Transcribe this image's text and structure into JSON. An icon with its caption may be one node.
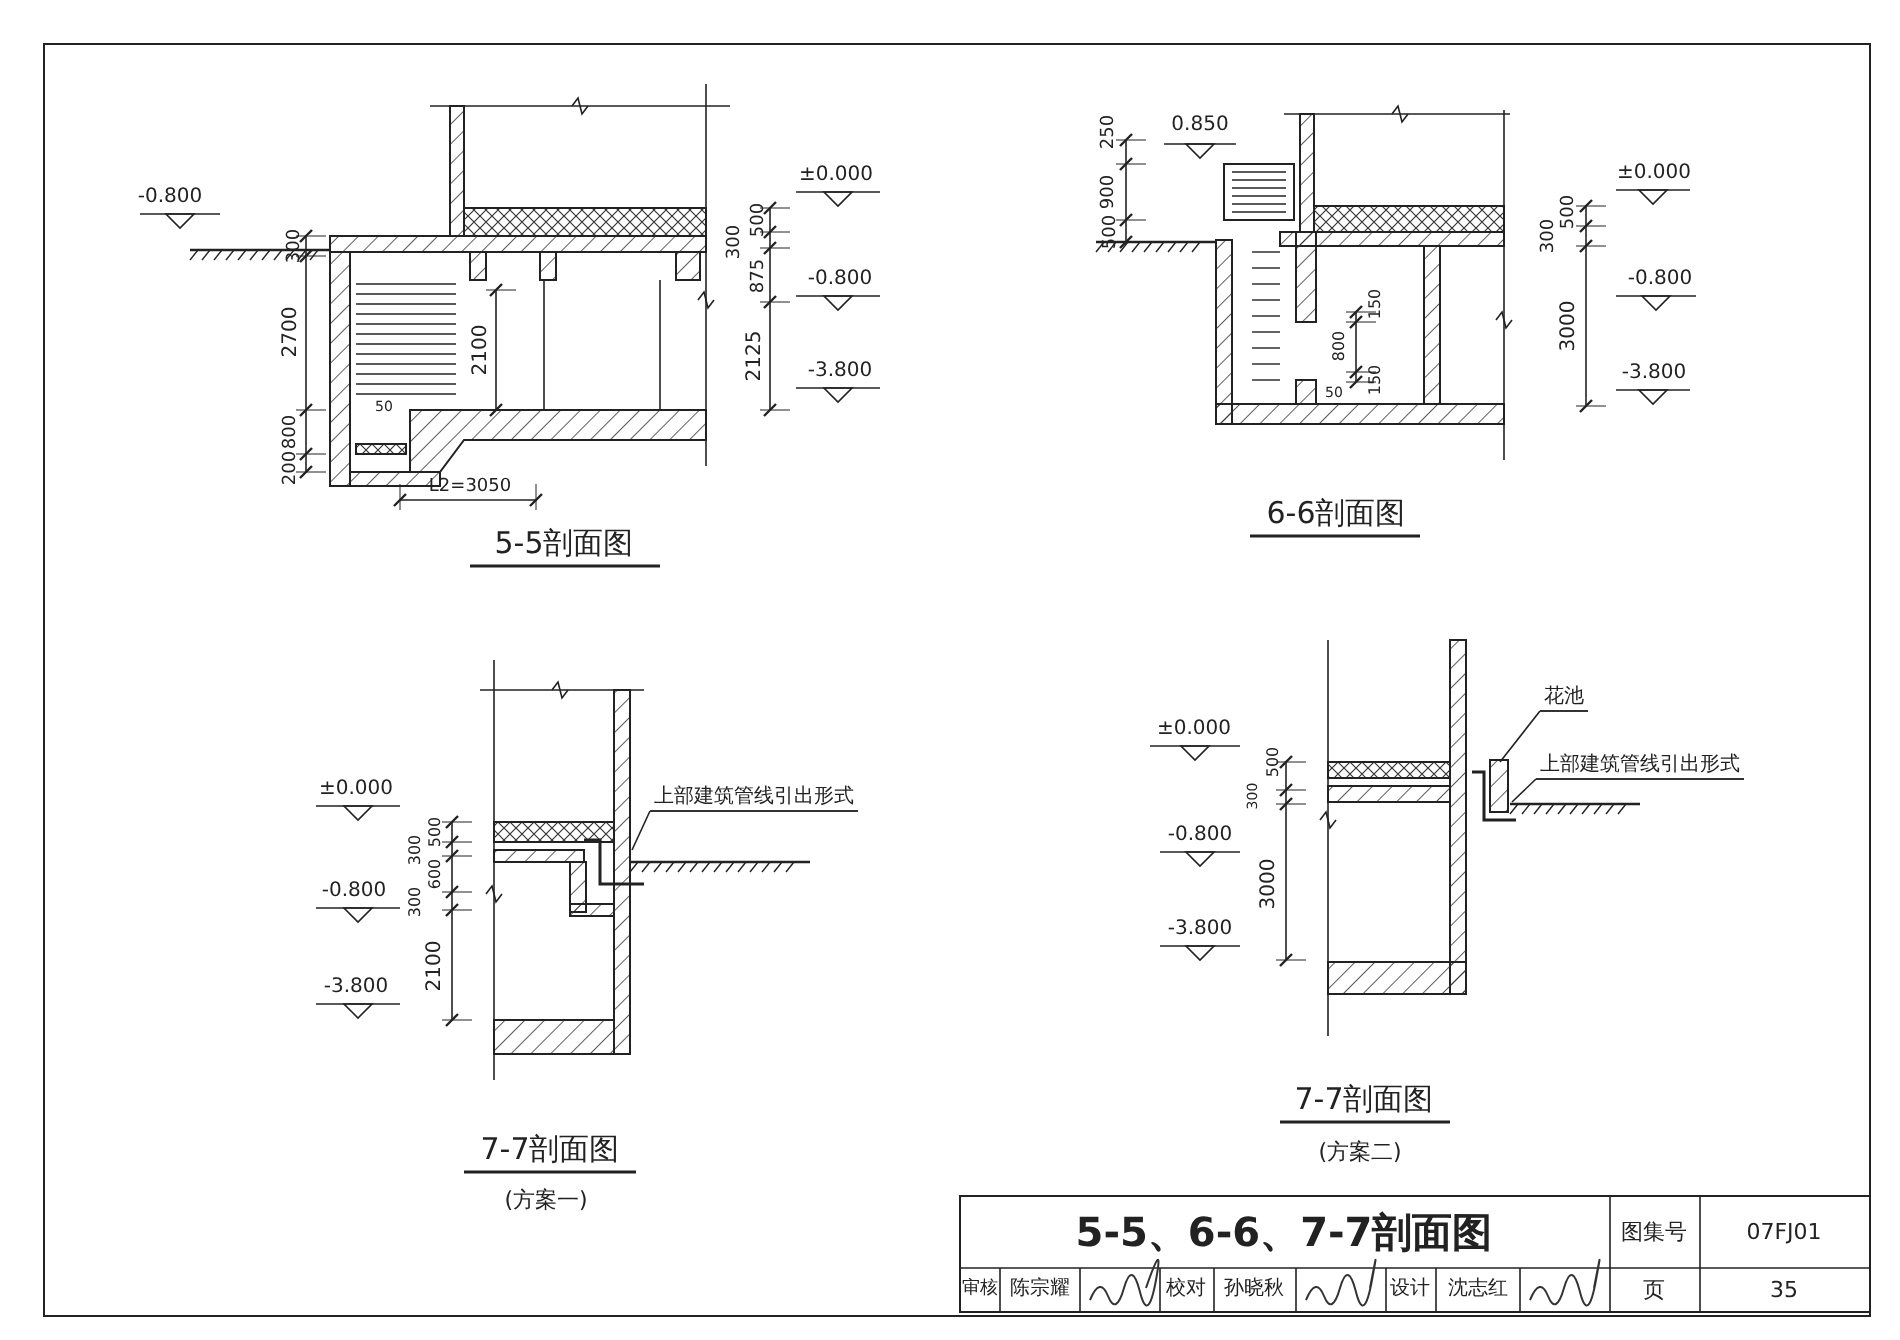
{
  "diagram": {
    "title": "5-5、6-6、7-7剖面图",
    "nodes": [
      {
        "text": [
          "上部建筑管线引出形式"
        ]
      },
      {
        "text": [
          "花池"
        ]
      },
      {
        "text": [
          "上部建筑管线引出形式"
        ]
      }
    ],
    "edges": [
      {
        "from": 0,
        "to": null,
        "arrow": "none"
      },
      {
        "from": 1,
        "to": null,
        "arrow": "none"
      },
      {
        "from": 2,
        "to": null,
        "arrow": "none"
      }
    ],
    "labels": [
      "-0.800",
      "±0.000",
      "500",
      "300",
      "300",
      "875",
      "-0.800",
      "2700",
      "2100",
      "2125",
      "-3.800",
      "50",
      "800",
      "200",
      "L2=3050",
      "5-5剖面图",
      "250",
      "0.850",
      "900",
      "500",
      "±0.000",
      "500",
      "300",
      "-0.800",
      "150",
      "800",
      "3000",
      "50",
      "150",
      "-3.800",
      "6-6剖面图",
      "±0.000",
      "500",
      "300",
      "600",
      "-0.800",
      "300",
      "2100",
      "-3.800",
      "7-7剖面图",
      "(方案一)",
      "±0.000",
      "500",
      "300",
      "-0.800",
      "3000",
      "-3.800",
      "7-7剖面图",
      "(方案二)",
      "图集号",
      "07FJ01",
      "审核",
      "陈宗耀",
      "校对",
      "孙晓秋",
      "设计",
      "沈志红",
      "页",
      "35"
    ]
  }
}
